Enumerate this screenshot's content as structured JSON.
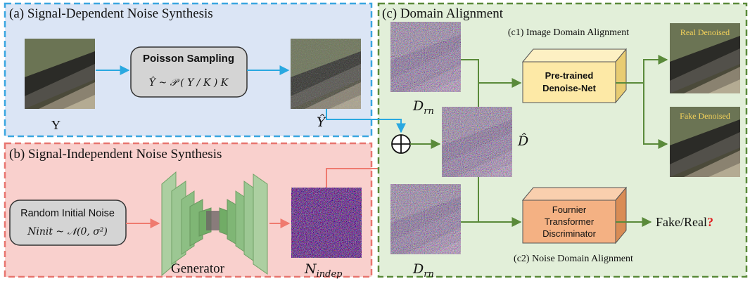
{
  "panels": {
    "a_title": "(a) Signal-Dependent Noise Synthesis",
    "b_title": "(b) Signal-Independent Noise Synthesis",
    "c_title": "(c) Domain Alignment"
  },
  "colors": {
    "panel_a_fill": "#dbe5f5",
    "panel_a_border": "#3aa6e0",
    "panel_b_fill": "#f9d0cd",
    "panel_b_border": "#e8756f",
    "panel_c_fill": "#e2efd9",
    "panel_c_border": "#5a8a3a",
    "arrow_blue": "#29a8e0",
    "arrow_red": "#ef7a6f",
    "arrow_green": "#5a8a3a",
    "denoise_fill": "#fde9a6",
    "discriminator_fill": "#f4b183",
    "question_mark": "#e02020"
  },
  "poisson": {
    "title": "Poisson Sampling",
    "formula": "Ŷ ~ 𝒫 ( Y / K ) K"
  },
  "labels": {
    "y": "Y",
    "y_hat": "Ŷ",
    "d_rn": "D",
    "d_rn_sub": "rn",
    "d_hat": "D̂",
    "n_indep": "N",
    "n_indep_sub": "indep",
    "generator": "Generator"
  },
  "random_noise": {
    "title": "Random Initial Noise",
    "formula": "Ninit ~ 𝒩(0, σ²)"
  },
  "domain": {
    "c1_label": "(c1) Image Domain Alignment",
    "c2_label": "(c2) Noise Domain Alignment",
    "denoise_net_line1": "Pre-trained",
    "denoise_net_line2": "Denoise-Net",
    "disc_line1": "Fournier",
    "disc_line2": "Transformer",
    "disc_line3": "Discriminator",
    "real_denoised": "Real Denoised",
    "fake_denoised": "Fake Denoised",
    "fake_real": "Fake/Real",
    "question": "?"
  }
}
